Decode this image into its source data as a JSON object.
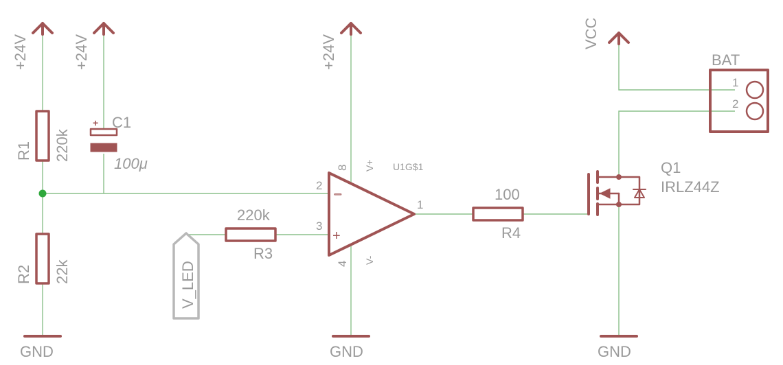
{
  "power": {
    "supply": "+24V",
    "vcc": "VCC",
    "ground": "GND"
  },
  "resistors": {
    "r1": {
      "name": "R1",
      "value": "220k"
    },
    "r2": {
      "name": "R2",
      "value": "22k"
    },
    "r3": {
      "name": "R3",
      "value": "220k"
    },
    "r4": {
      "name": "R4",
      "value": "100"
    }
  },
  "capacitor": {
    "name": "C1",
    "value": "100μ",
    "polarity": "+"
  },
  "opamp": {
    "name": "U1G$1",
    "pin_inverting": "2",
    "pin_noninverting": "3",
    "pin_output": "1",
    "pin_vplus": "8",
    "pin_vminus": "4",
    "label_vplus": "V+",
    "label_vminus": "V-",
    "sign_minus": "−",
    "sign_plus": "+"
  },
  "mosfet": {
    "name": "Q1",
    "part": "IRLZ44Z"
  },
  "connector": {
    "name": "BAT",
    "pin1": "1",
    "pin2": "2"
  },
  "net_label": {
    "text": "V_LED"
  },
  "colors": {
    "wire": "#8cc08c",
    "symbol": "#a05454",
    "text": "#9a9a9a"
  }
}
